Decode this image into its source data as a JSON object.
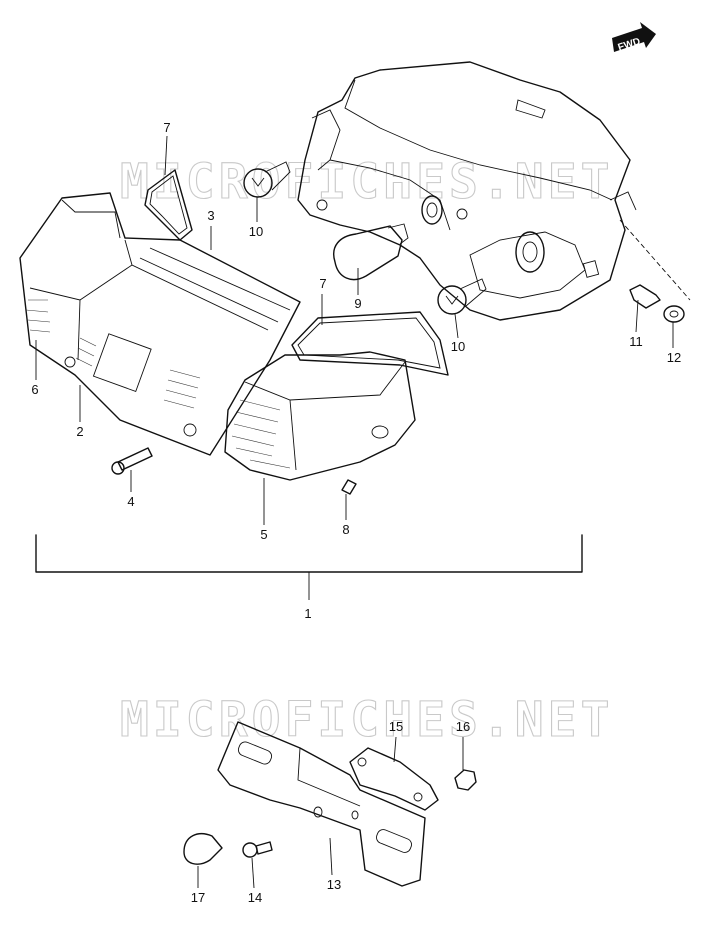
{
  "watermark": "MICROFICHES.NET",
  "direction_badge": "FWD",
  "callouts": {
    "c1": "1",
    "c2": "2",
    "c3": "3",
    "c4": "4",
    "c5": "5",
    "c6": "6",
    "c7a": "7",
    "c7b": "7",
    "c8": "8",
    "c9": "9",
    "c10a": "10",
    "c10b": "10",
    "c11": "11",
    "c12": "12",
    "c13": "13",
    "c14": "14",
    "c15": "15",
    "c16": "16",
    "c17": "17"
  }
}
